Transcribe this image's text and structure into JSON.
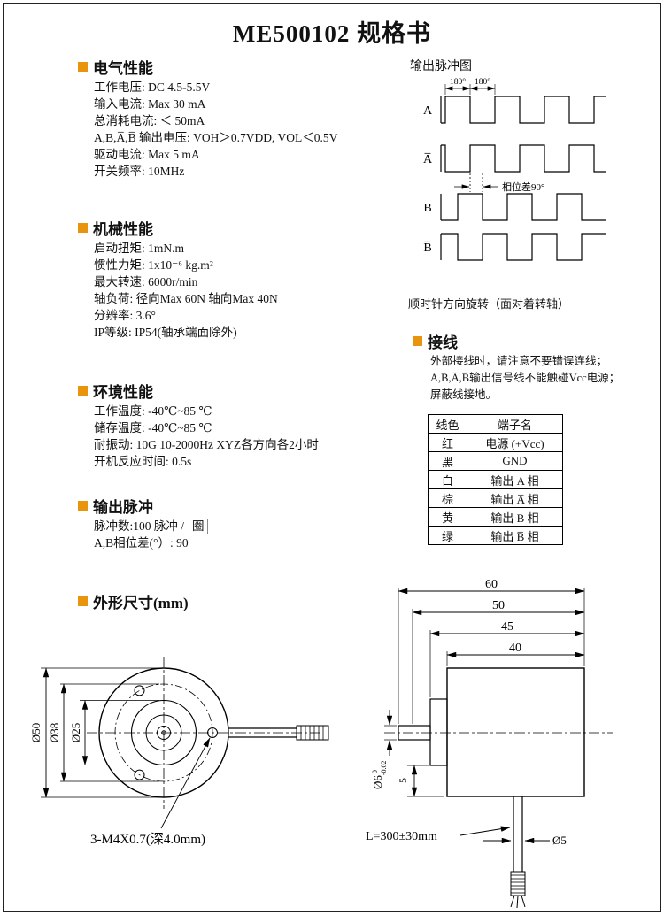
{
  "accent": "#E8940C",
  "title": "ME500102 规格书",
  "electrical": {
    "title": "电气性能",
    "lines": [
      "工作电压: DC 4.5-5.5V",
      "输入电流: Max 30 mA",
      "总消耗电流: ＜ 50mA",
      "A,B,A̅,B̅ 输出电压: VOH＞0.7VDD, VOL＜0.5V",
      "驱动电流: Max 5 mA",
      "开关频率: 10MHz"
    ]
  },
  "mechanical": {
    "title": "机械性能",
    "lines": [
      "启动扭矩: 1mN.m",
      "惯性力矩: 1x10⁻⁶ kg.m²",
      "最大转速: 6000r/min",
      "轴负荷: 径向Max 60N  轴向Max 40N",
      "分辨率: 3.6°",
      "IP等级: IP54(轴承端面除外)"
    ]
  },
  "environment": {
    "title": "环境性能",
    "lines": [
      "工作温度: -40℃~85 ℃",
      "储存温度: -40℃~85 ℃",
      "耐振动: 10G 10-2000Hz XYZ各方向各2小时",
      "开机反应时间: 0.5s"
    ]
  },
  "pulse": {
    "title": "输出脉冲",
    "count_prefix": "脉冲数:100 脉冲 /",
    "count_unit": "圈",
    "phase_line": "A,B相位差(°）: 90"
  },
  "outline": {
    "title": "外形尺寸(mm)"
  },
  "waveform": {
    "title": "输出脉冲图",
    "ch_a": "A",
    "ch_a_bar": "A̅",
    "ch_b": "B",
    "ch_b_bar": "B̅",
    "deg_left": "180°",
    "deg_right": "180°",
    "phase_label": "相位差90°",
    "rotation_note": "顺时针方向旋转（面对着转轴）"
  },
  "wiring": {
    "title": "接线",
    "notes": [
      "外部接线时，请注意不要错误连线；",
      "A,B,A̅,B̅输出信号线不能触碰Vcc电源；",
      "屏蔽线接地。"
    ],
    "headers": [
      "线色",
      "端子名"
    ],
    "rows": [
      [
        "红",
        "电源 (+Vcc)"
      ],
      [
        "黑",
        "GND"
      ],
      [
        "白",
        "输出 A 相"
      ],
      [
        "棕",
        "输出 A̅ 相"
      ],
      [
        "黄",
        "输出 B 相"
      ],
      [
        "绿",
        "输出 B̅ 相"
      ]
    ]
  },
  "drawing": {
    "front": {
      "dia_outer": "Ø50",
      "dia_bolt": "Ø38",
      "dia_inner": "Ø25",
      "screw_note": "3-M4X0.7(深4.0mm)"
    },
    "side": {
      "dim_total": "60",
      "dim_50": "50",
      "dim_45": "45",
      "dim_body": "40",
      "shaft_dia": "Ø6",
      "shaft_tol_top": "0",
      "shaft_tol_bottom": "-0.02",
      "step": "5",
      "cable_length": "L=300±30mm",
      "cable_dia": "Ø5"
    }
  }
}
